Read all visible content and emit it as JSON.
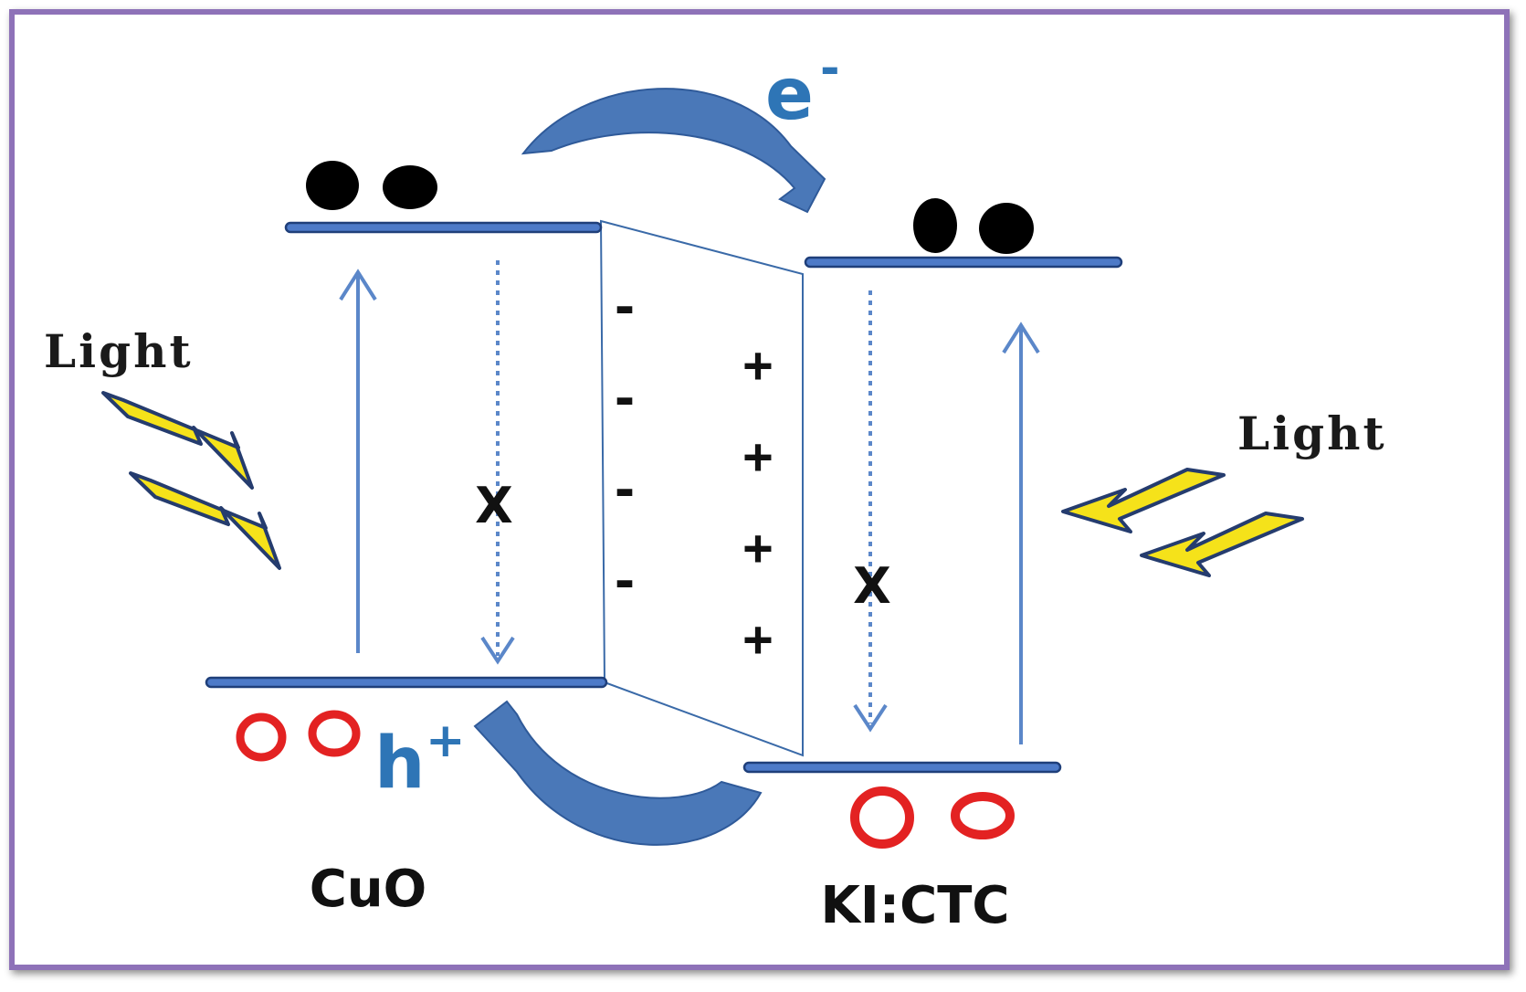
{
  "colors": {
    "frame": "#8e72b8",
    "band": "#1f3f7a",
    "band_fill": "#4d7ac8",
    "transition_arrow": "#5b87c9",
    "transfer_arrow": "#4a78b8",
    "electron": "#000000",
    "hole": "#e32222",
    "carrier_text": "#2e75b6",
    "light_arrow": "#f5e21a",
    "light_arrow_outline": "#253c6e"
  },
  "labels": {
    "electron": "e",
    "electron_sup": "-",
    "hole": "h",
    "hole_sup": "+",
    "light_left": "Light",
    "light_right": "Light",
    "x_left": "X",
    "x_right": "X",
    "material_left": "CuO",
    "material_right": "KI:CTC"
  },
  "charges": {
    "negative": [
      "-",
      "-",
      "-",
      "-"
    ],
    "positive": [
      "+",
      "+",
      "+",
      "+"
    ]
  },
  "icons": {
    "electron": "filled-circle",
    "hole": "open-circle",
    "light": "lightning-arrow"
  }
}
